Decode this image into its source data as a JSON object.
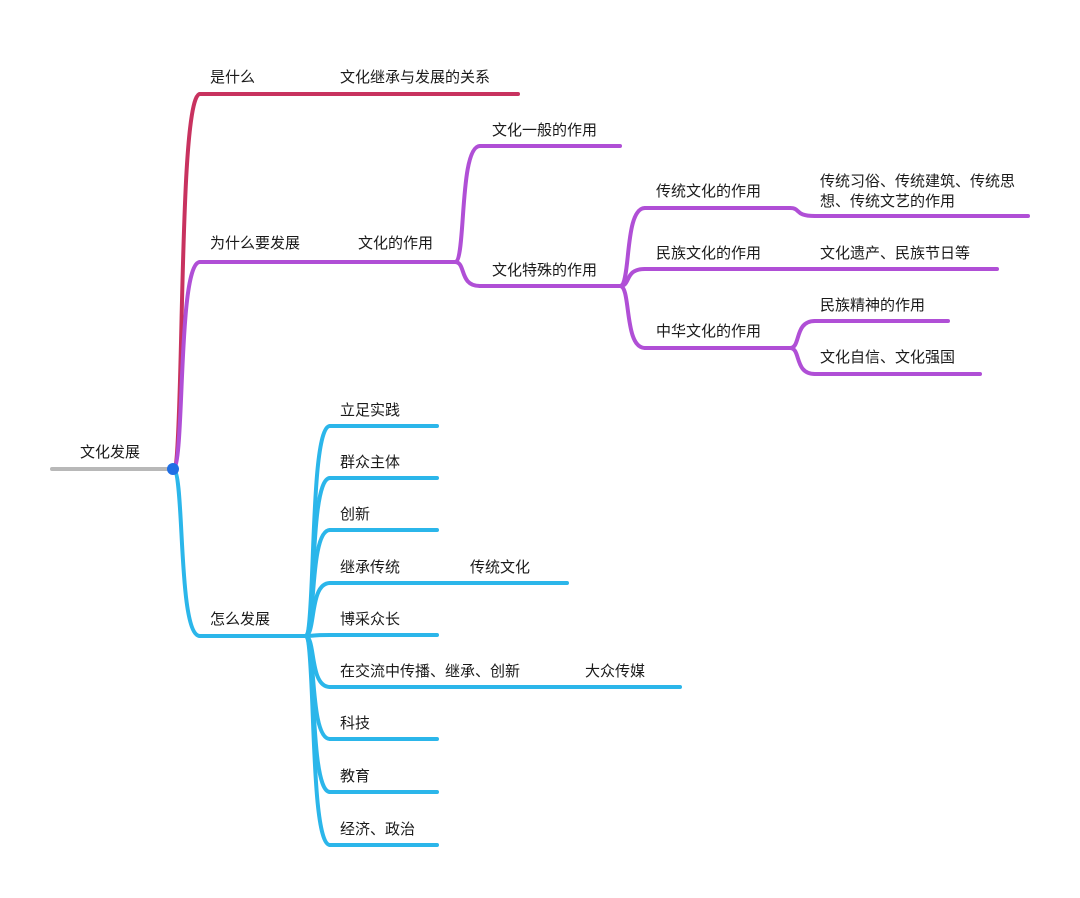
{
  "colors": {
    "root": "#b8b8b8",
    "what": "#c8325f",
    "why": "#b04fd6",
    "how": "#2bb6ea",
    "dot": "#1f6fe5"
  },
  "root": {
    "label": "文化发展"
  },
  "branches": {
    "what": {
      "label": "是什么",
      "child": "文化继承与发展的关系"
    },
    "why": {
      "label": "为什么要发展",
      "role": "文化的作用",
      "general": "文化一般的作用",
      "special": "文化特殊的作用",
      "traditional": {
        "label": "传统文化的作用",
        "detail": "传统习俗、传统建筑、传统思想、传统文艺的作用"
      },
      "national": {
        "label": "民族文化的作用",
        "detail": "文化遗产、民族节日等"
      },
      "chinese": {
        "label": "中华文化的作用",
        "detail1": "民族精神的作用",
        "detail2": "文化自信、文化强国"
      }
    },
    "how": {
      "label": "怎么发展",
      "items": [
        {
          "label": "立足实践"
        },
        {
          "label": "群众主体"
        },
        {
          "label": "创新"
        },
        {
          "label": "继承传统",
          "child": "传统文化"
        },
        {
          "label": "博采众长"
        },
        {
          "label": "在交流中传播、继承、创新",
          "child": "大众传媒"
        },
        {
          "label": "科技"
        },
        {
          "label": "教育"
        },
        {
          "label": "经济、政治"
        }
      ]
    }
  }
}
